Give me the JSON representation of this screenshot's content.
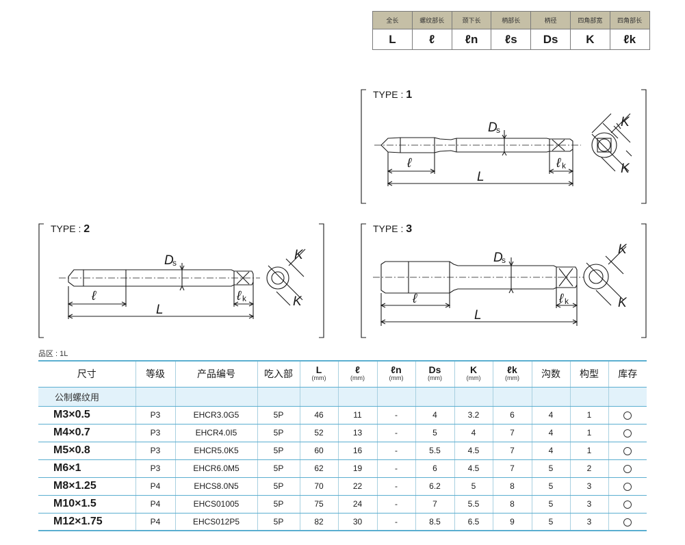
{
  "legend": {
    "headers": [
      "全长",
      "螺纹部长",
      "颈下长",
      "柄部长",
      "柄径",
      "四角部宽",
      "四角部长"
    ],
    "symbols": [
      "L",
      "ℓ",
      "ℓn",
      "ℓs",
      "Ds",
      "K",
      "ℓk"
    ]
  },
  "diagrams": {
    "type1": {
      "prefix": "TYPE",
      "sep": ":",
      "num": "1"
    },
    "type2": {
      "prefix": "TYPE",
      "sep": ":",
      "num": "2"
    },
    "type3": {
      "prefix": "TYPE",
      "sep": ":",
      "num": "3"
    },
    "dim_labels": {
      "L": "L",
      "l": "ℓ",
      "D": "D",
      "s": "s",
      "lk": "ℓ",
      "k": "k",
      "K": "K"
    }
  },
  "area_note": "品区 : 1L",
  "table": {
    "headers": [
      {
        "label": "尺寸",
        "unit": ""
      },
      {
        "label": "等级",
        "unit": ""
      },
      {
        "label": "产品编号",
        "unit": ""
      },
      {
        "label": "吃入部",
        "unit": ""
      },
      {
        "label": "L",
        "unit": "(mm)"
      },
      {
        "label": "ℓ",
        "unit": "(mm)"
      },
      {
        "label": "ℓn",
        "unit": "(mm)"
      },
      {
        "label": "Ds",
        "unit": "(mm)"
      },
      {
        "label": "K",
        "unit": "(mm)"
      },
      {
        "label": "ℓk",
        "unit": "(mm)"
      },
      {
        "label": "沟数",
        "unit": ""
      },
      {
        "label": "构型",
        "unit": ""
      },
      {
        "label": "库存",
        "unit": ""
      }
    ],
    "section": "公制螺纹用",
    "rows": [
      {
        "size": "M3×0.5",
        "grade": "P3",
        "code": "EHCR3.0G5",
        "chamfer": "5P",
        "L": "46",
        "l": "11",
        "ln": "-",
        "Ds": "4",
        "K": "3.2",
        "lk": "6",
        "flutes": "4",
        "type": "1",
        "stock": "○"
      },
      {
        "size": "M4×0.7",
        "grade": "P3",
        "code": "EHCR4.0I5",
        "chamfer": "5P",
        "L": "52",
        "l": "13",
        "ln": "-",
        "Ds": "5",
        "K": "4",
        "lk": "7",
        "flutes": "4",
        "type": "1",
        "stock": "○"
      },
      {
        "size": "M5×0.8",
        "grade": "P3",
        "code": "EHCR5.0K5",
        "chamfer": "5P",
        "L": "60",
        "l": "16",
        "ln": "-",
        "Ds": "5.5",
        "K": "4.5",
        "lk": "7",
        "flutes": "4",
        "type": "1",
        "stock": "○"
      },
      {
        "size": "M6×1",
        "grade": "P3",
        "code": "EHCR6.0M5",
        "chamfer": "5P",
        "L": "62",
        "l": "19",
        "ln": "-",
        "Ds": "6",
        "K": "4.5",
        "lk": "7",
        "flutes": "5",
        "type": "2",
        "stock": "○"
      },
      {
        "size": "M8×1.25",
        "grade": "P4",
        "code": "EHCS8.0N5",
        "chamfer": "5P",
        "L": "70",
        "l": "22",
        "ln": "-",
        "Ds": "6.2",
        "K": "5",
        "lk": "8",
        "flutes": "5",
        "type": "3",
        "stock": "○"
      },
      {
        "size": "M10×1.5",
        "grade": "P4",
        "code": "EHCS01005",
        "chamfer": "5P",
        "L": "75",
        "l": "24",
        "ln": "-",
        "Ds": "7",
        "K": "5.5",
        "lk": "8",
        "flutes": "5",
        "type": "3",
        "stock": "○"
      },
      {
        "size": "M12×1.75",
        "grade": "P4",
        "code": "EHCS012P5",
        "chamfer": "5P",
        "L": "82",
        "l": "30",
        "ln": "-",
        "Ds": "8.5",
        "K": "6.5",
        "lk": "9",
        "flutes": "5",
        "type": "3",
        "stock": "○"
      }
    ]
  }
}
